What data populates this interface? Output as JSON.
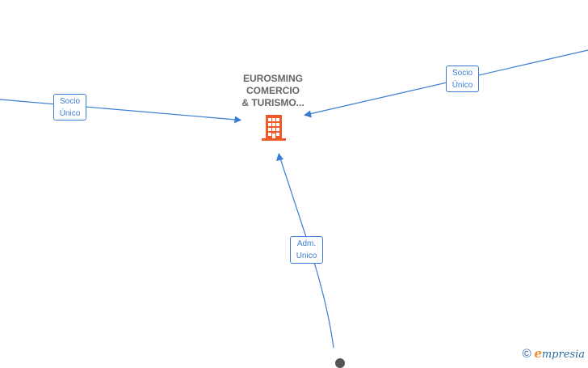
{
  "company": {
    "name_lines": [
      "EUROSMING",
      "COMERCIO",
      "& TURISMO..."
    ],
    "icon": "building-icon",
    "icon_color": "#f05a28"
  },
  "edges": [
    {
      "id": "left",
      "label_lines": [
        "Socio",
        "Único"
      ]
    },
    {
      "id": "right",
      "label_lines": [
        "Socio",
        "Único"
      ]
    },
    {
      "id": "bottom",
      "label_lines": [
        "Adm.",
        "Unico"
      ]
    }
  ],
  "colors": {
    "edge": "#3a7bd5",
    "title": "#666666",
    "brand_e": "#f08c2e",
    "brand": "#2d6a9f"
  },
  "watermark": {
    "copyright": "©",
    "brand_first": "e",
    "brand_rest": "mpresia"
  }
}
